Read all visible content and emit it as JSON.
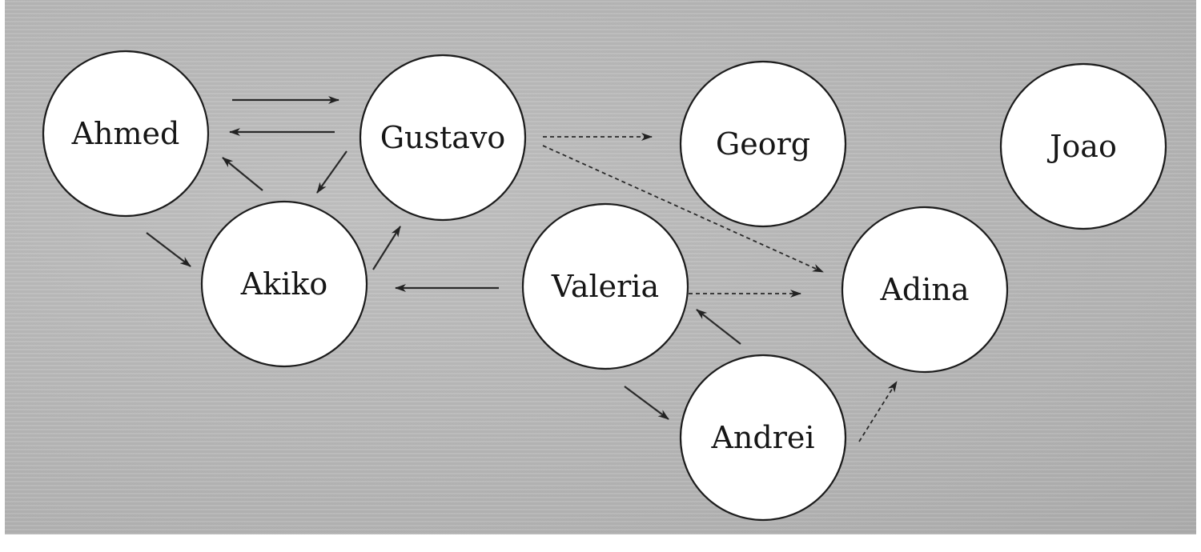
{
  "diagram": {
    "nodes": [
      {
        "id": "ahmed",
        "label": "Ahmed"
      },
      {
        "id": "gustavo",
        "label": "Gustavo"
      },
      {
        "id": "georg",
        "label": "Georg"
      },
      {
        "id": "joao",
        "label": "Joao"
      },
      {
        "id": "akiko",
        "label": "Akiko"
      },
      {
        "id": "valeria",
        "label": "Valeria"
      },
      {
        "id": "adina",
        "label": "Adina"
      },
      {
        "id": "andrei",
        "label": "Andrei"
      }
    ],
    "edges": [
      {
        "from": "ahmed",
        "to": "gustavo",
        "style": "solid"
      },
      {
        "from": "gustavo",
        "to": "ahmed",
        "style": "solid"
      },
      {
        "from": "akiko",
        "to": "ahmed",
        "style": "solid"
      },
      {
        "from": "ahmed",
        "to": "akiko",
        "style": "solid"
      },
      {
        "from": "gustavo",
        "to": "akiko",
        "style": "solid"
      },
      {
        "from": "akiko",
        "to": "gustavo",
        "style": "solid"
      },
      {
        "from": "gustavo",
        "to": "georg",
        "style": "dashed"
      },
      {
        "from": "gustavo",
        "to": "adina",
        "style": "dashed"
      },
      {
        "from": "valeria",
        "to": "akiko",
        "style": "solid"
      },
      {
        "from": "valeria",
        "to": "adina",
        "style": "dashed"
      },
      {
        "from": "andrei",
        "to": "valeria",
        "style": "solid"
      },
      {
        "from": "valeria",
        "to": "andrei",
        "style": "solid"
      },
      {
        "from": "andrei",
        "to": "adina",
        "style": "dashed"
      }
    ]
  }
}
